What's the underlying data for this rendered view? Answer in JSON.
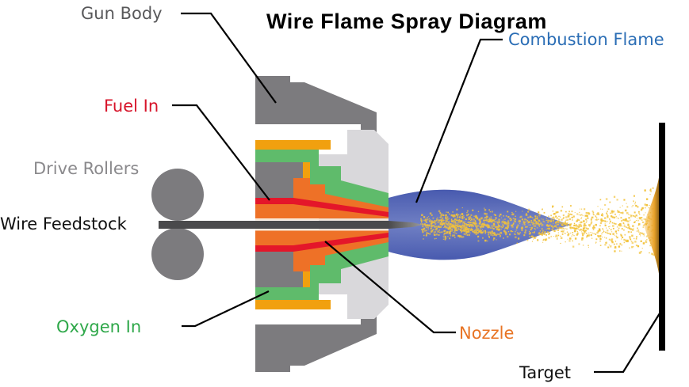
{
  "title": "Wire Flame Spray Diagram",
  "labels": {
    "gun_body": "Gun Body",
    "fuel_in": "Fuel In",
    "drive_rollers": "Drive Rollers",
    "wire_feedstock": "Wire Feedstock",
    "oxygen_in": "Oxygen In",
    "nozzle": "Nozzle",
    "combustion_flame": "Combustion Flame",
    "target": "Target"
  },
  "colors": {
    "gun_body": "#7c7b7e",
    "nozzle_housing": "#d9d8db",
    "fuel_channel": "#e4162a",
    "nozzle": "#ee7127",
    "oxygen_channel": "#5fbb6b",
    "outer_ring": "#f1a00f",
    "wire": "#4a4a4c",
    "rollers": "#7c7b7e",
    "flame": "#4a5fb0",
    "spray": "#f2c23a",
    "target": "#000000",
    "label_gun_body": "#58585a",
    "label_fuel_in": "#d7142a",
    "label_drive_rollers": "#8a898c",
    "label_wire_feedstock": "#111111",
    "label_oxygen_in": "#2fa84a",
    "label_nozzle": "#e87424",
    "label_combustion_flame": "#2a6db5",
    "label_target": "#111111"
  }
}
